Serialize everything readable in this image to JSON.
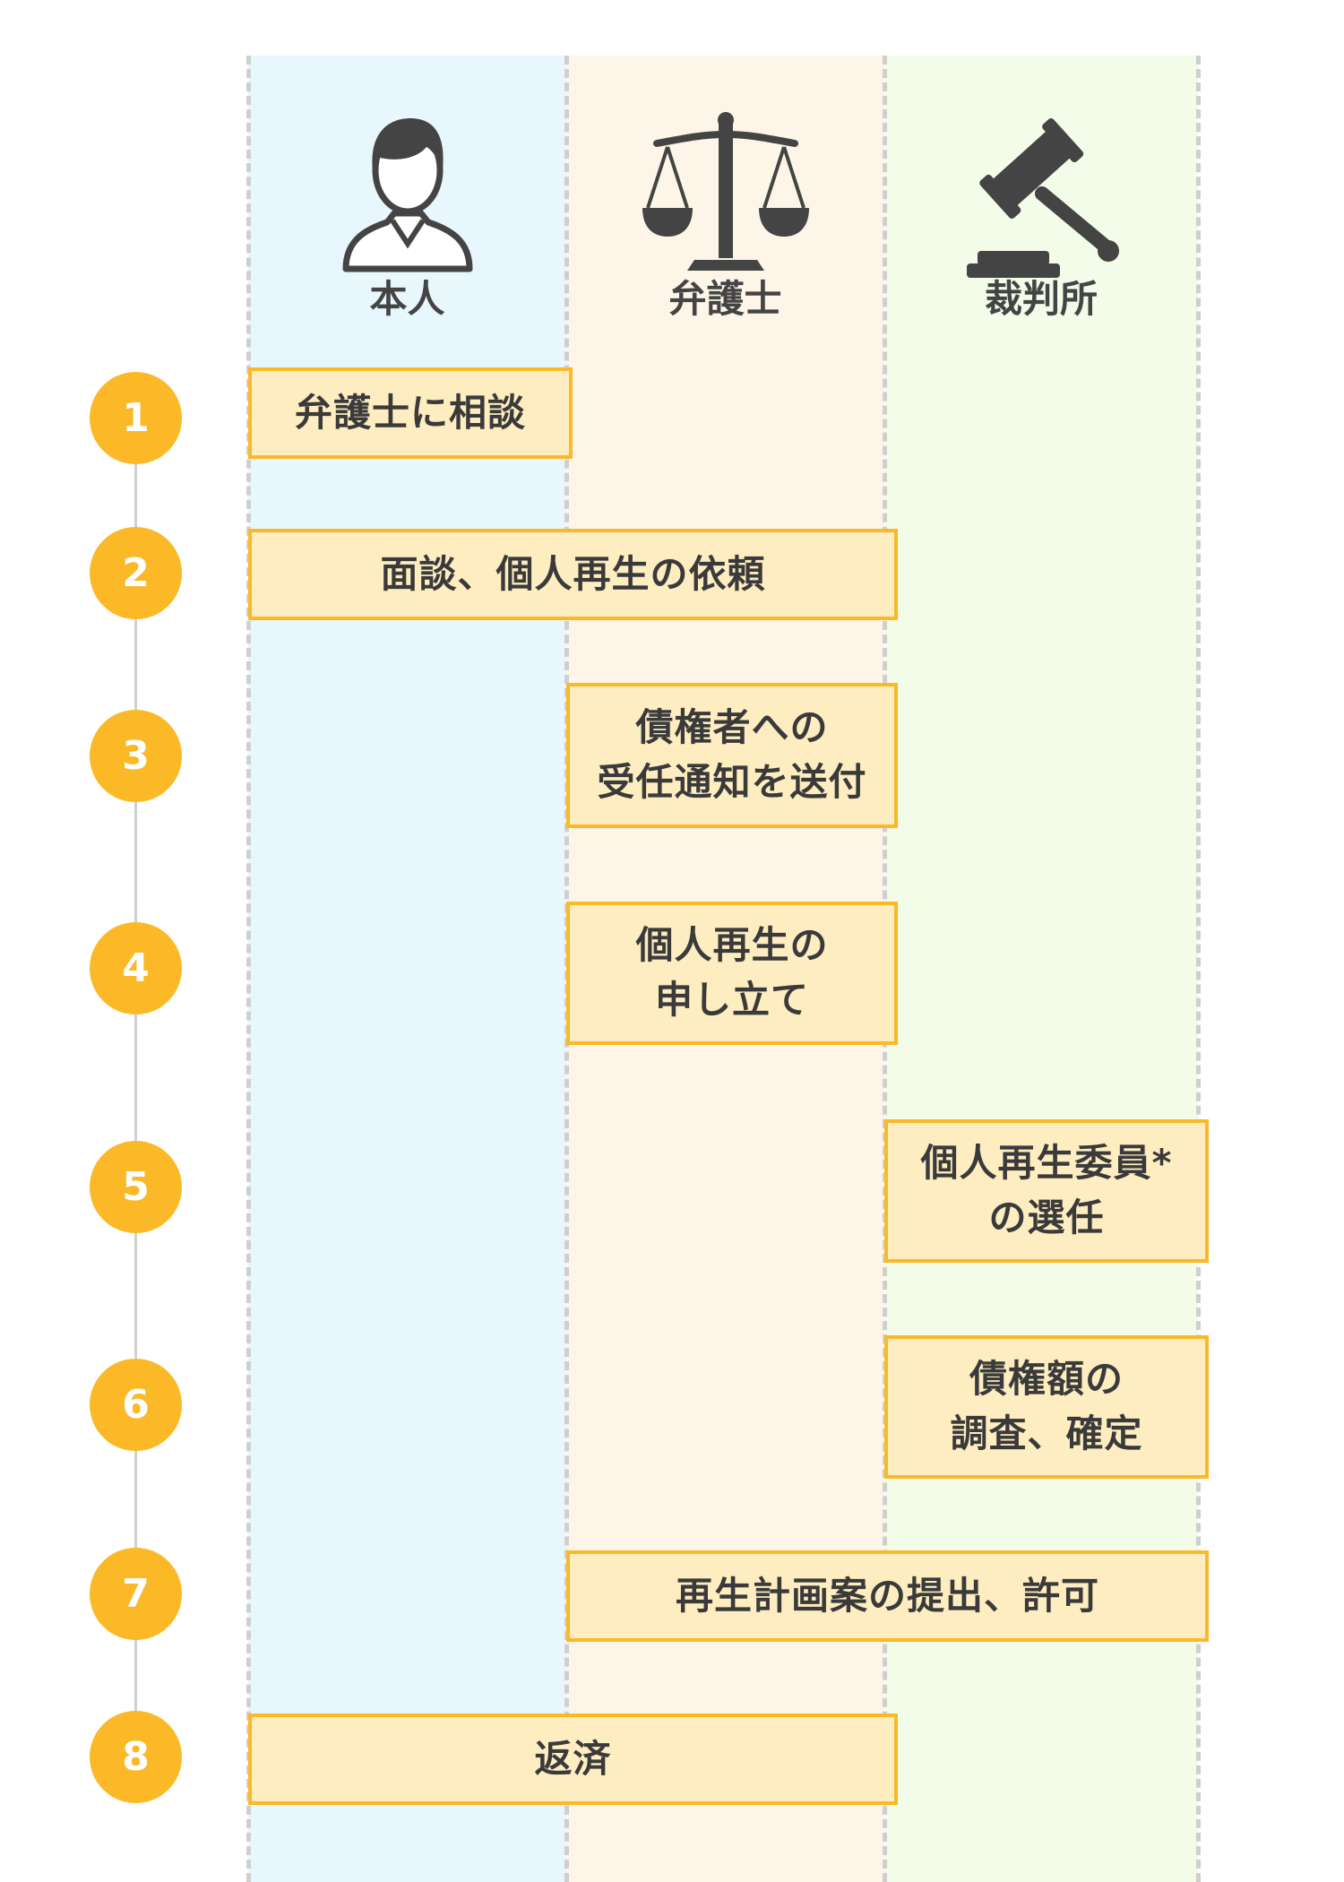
{
  "lanes": {
    "client": {
      "label": "本人",
      "icon": "person-icon"
    },
    "lawyer": {
      "label": "弁護士",
      "icon": "scales-icon"
    },
    "court": {
      "label": "裁判所",
      "icon": "gavel-icon"
    }
  },
  "colors": {
    "accent": "#fbb928",
    "box_fill": "#fdedc0",
    "client_lane": "#e8f6fd",
    "lawyer_lane": "#fdf6e8",
    "court_lane": "#f3fbe9",
    "icon": "#444444"
  },
  "steps": [
    {
      "number": "1",
      "text": "弁護士に相談",
      "lanes": [
        "本人"
      ]
    },
    {
      "number": "2",
      "text": "面談、個人再生の依頼",
      "lanes": [
        "本人",
        "弁護士"
      ]
    },
    {
      "number": "3",
      "text": "債権者への\n受任通知を送付",
      "lanes": [
        "弁護士"
      ]
    },
    {
      "number": "4",
      "text": "個人再生の\n申し立て",
      "lanes": [
        "弁護士"
      ]
    },
    {
      "number": "5",
      "text": "個人再生委員*\nの選任",
      "lanes": [
        "裁判所"
      ]
    },
    {
      "number": "6",
      "text": "債権額の\n調査、確定",
      "lanes": [
        "裁判所"
      ]
    },
    {
      "number": "7",
      "text": "再生計画案の提出、許可",
      "lanes": [
        "弁護士",
        "裁判所"
      ]
    },
    {
      "number": "8",
      "text": "返済",
      "lanes": [
        "本人",
        "弁護士"
      ]
    }
  ]
}
